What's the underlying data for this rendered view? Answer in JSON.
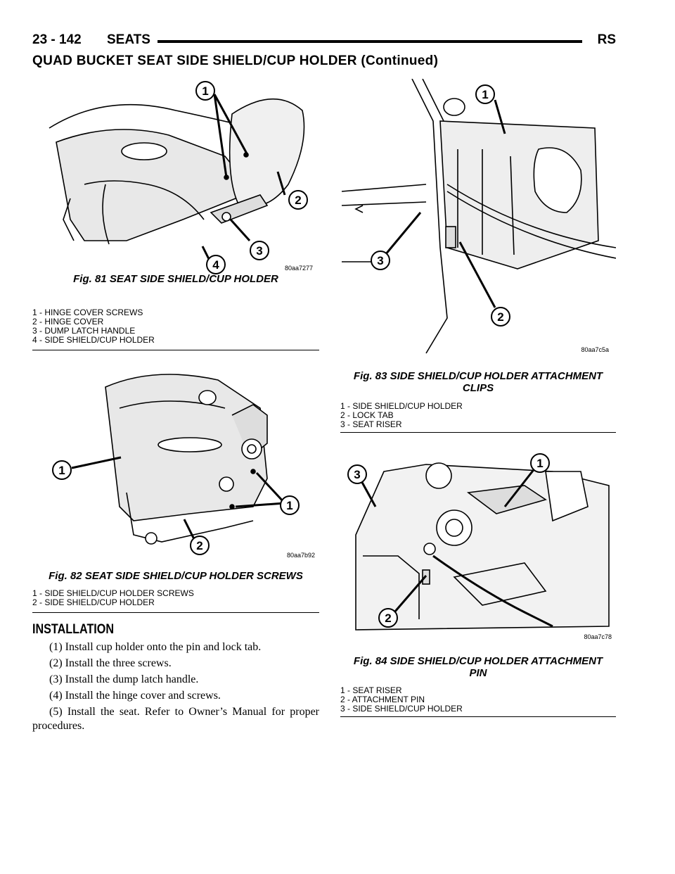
{
  "header": {
    "page_number": "23 - 142",
    "section": "SEATS",
    "code": "RS"
  },
  "title": "QUAD BUCKET SEAT SIDE SHIELD/CUP HOLDER (Continued)",
  "figures": [
    {
      "id": "fig81",
      "caption": "Fig. 81 SEAT SIDE SHIELD/CUP HOLDER",
      "image_code": "80aa7277",
      "callouts": [
        "1",
        "2",
        "3",
        "4"
      ],
      "legend": [
        "1 - HINGE COVER SCREWS",
        "2 - HINGE COVER",
        "3 - DUMP LATCH HANDLE",
        "4 - SIDE SHIELD/CUP HOLDER"
      ]
    },
    {
      "id": "fig82",
      "caption": "Fig. 82 SEAT SIDE SHIELD/CUP HOLDER SCREWS",
      "image_code": "80aa7b92",
      "callouts": [
        "1",
        "1",
        "2"
      ],
      "legend": [
        "1 - SIDE SHIELD/CUP HOLDER SCREWS",
        "2 - SIDE SHIELD/CUP HOLDER"
      ]
    },
    {
      "id": "fig83",
      "caption_line1": "Fig. 83 SIDE SHIELD/CUP HOLDER ATTACHMENT",
      "caption_line2": "CLIPS",
      "image_code": "80aa7c5a",
      "callouts": [
        "1",
        "2",
        "3"
      ],
      "legend": [
        "1 - SIDE SHIELD/CUP HOLDER",
        "2 - LOCK TAB",
        "3 - SEAT RISER"
      ]
    },
    {
      "id": "fig84",
      "caption_line1": "Fig. 84 SIDE SHIELD/CUP HOLDER ATTACHMENT",
      "caption_line2": "PIN",
      "image_code": "80aa7c78",
      "callouts": [
        "1",
        "2",
        "3"
      ],
      "legend": [
        "1 - SEAT RISER",
        "2 - ATTACHMENT PIN",
        "3 - SIDE SHIELD/CUP HOLDER"
      ]
    }
  ],
  "installation": {
    "heading": "INSTALLATION",
    "steps": [
      "(1) Install cup holder onto the pin and lock tab.",
      "(2) Install the three screws.",
      "(3) Install the dump latch handle.",
      "(4) Install the hinge cover and screws.",
      "(5) Install the seat. Refer to Owner’s Manual for proper procedures."
    ]
  }
}
